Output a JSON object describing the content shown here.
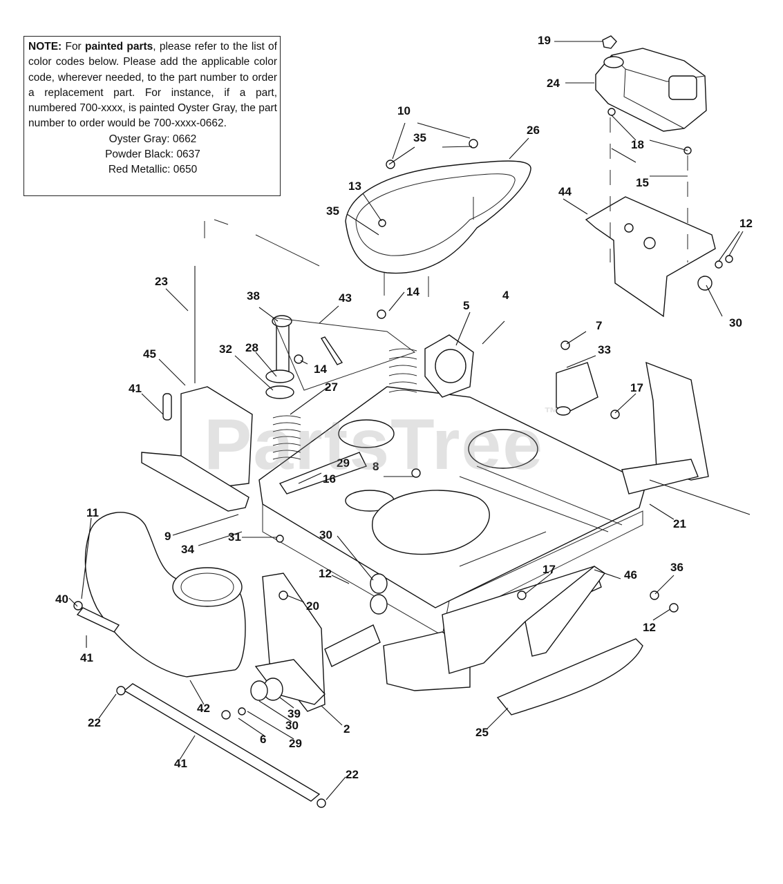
{
  "note": {
    "label": "NOTE:",
    "t1": " For ",
    "emph": "painted parts",
    "t2": ", please refer to the list of color codes below. Please add the applicable color code, wherever needed, to the part number to order a replacement part. For instance, if a part, numbered 700-xxxx, is painted Oyster Gray,  the part number to order would be 700-xxxx-0662.",
    "codes": [
      "Oyster Gray:  0662",
      "Powder Black: 0637",
      "Red Metallic: 0650"
    ]
  },
  "watermark": {
    "text": "PartsTree",
    "mark": "™"
  },
  "callouts": [
    "19",
    "24",
    "10",
    "35",
    "26",
    "18",
    "15",
    "13",
    "35",
    "44",
    "12",
    "30",
    "23",
    "38",
    "43",
    "14",
    "5",
    "4",
    "7",
    "33",
    "45",
    "32",
    "28",
    "14",
    "27",
    "17",
    "41",
    "29",
    "16",
    "8",
    "21",
    "11",
    "9",
    "34",
    "31",
    "30",
    "12",
    "17",
    "46",
    "36",
    "40",
    "20",
    "12",
    "41",
    "42",
    "39",
    "30",
    "2",
    "22",
    "6",
    "29",
    "25",
    "41",
    "22"
  ]
}
